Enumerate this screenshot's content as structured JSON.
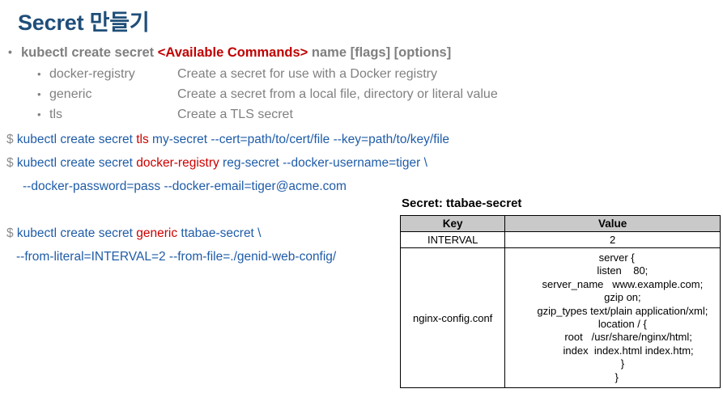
{
  "slide": {
    "title": "Secret 만들기"
  },
  "syntax": {
    "bullet_glyph": "•",
    "prefix": "kubectl create secret ",
    "highlight": "<Available Commands>",
    "suffix": " name [flags] [options]"
  },
  "subcommands": [
    {
      "bullet": "•",
      "name": "docker-registry",
      "description": "Create a secret for use with a Docker registry"
    },
    {
      "bullet": "•",
      "name": "generic",
      "description": "Create a secret from a local file, directory or literal value"
    },
    {
      "bullet": "•",
      "name": "tls",
      "description": "Create a TLS secret"
    }
  ],
  "commands": {
    "tls_line": {
      "prompt": "$",
      "pre": " kubectl create secret ",
      "keyword": "tls",
      "post": " my-secret  --cert=path/to/cert/file  --key=path/to/key/file"
    },
    "docker_line": {
      "prompt": "$",
      "pre": " kubectl create secret ",
      "keyword": "docker-registry",
      "post": " reg-secret  --docker-username=tiger \\"
    },
    "docker_cont": "--docker-password=pass  --docker-email=tiger@acme.com",
    "generic_line": {
      "prompt": "$",
      "pre": " kubectl create secret ",
      "keyword": "generic",
      "post": " ttabae-secret \\"
    },
    "generic_cont": "--from-literal=INTERVAL=2 --from-file=./genid-web-config/"
  },
  "secret_table": {
    "caption": "Secret: ttabae-secret",
    "headers": [
      "Key",
      "Value"
    ],
    "rows": [
      {
        "key": "INTERVAL",
        "value": "2"
      },
      {
        "key": "nginx-config.conf",
        "value": "server {\n    listen    80;\n    server_name   www.example.com;\n    gzip on;\n    gzip_types text/plain application/xml;\n    location / {\n        root   /usr/share/nginx/html;\n        index  index.html index.htm;\n    }\n}"
      }
    ]
  },
  "colors": {
    "title_blue": "#1F4E79",
    "command_blue": "#1F5CA8",
    "accent_red": "#CC0000",
    "body_gray": "#7F7F7F",
    "header_fill": "#C9C9C9"
  }
}
